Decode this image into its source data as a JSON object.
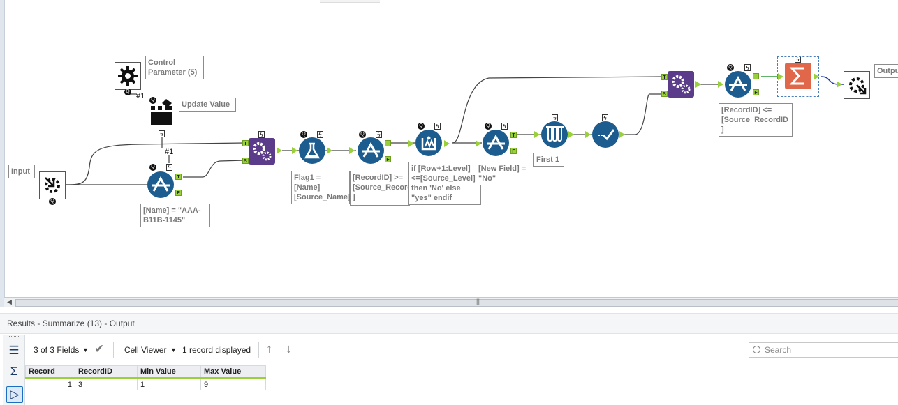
{
  "canvas": {
    "annotations": {
      "input": "Input",
      "control_parameter": "Control\nParameter (5)",
      "update_value": "Update Value",
      "filter_name": "[Name] = \"AAA-\nB11B-1145\"",
      "formula_flag": "Flag1 = [Name]\n[Source_Name]",
      "filter_recordid": "[RecordID] >=\n[Source_RecordI\n]",
      "multirow": "if [Row+1:Level]\n<=[Source_Level]\nthen 'No' else\n\"yes\" endif",
      "filter_newfield": "[New Field] =\n\"No\"",
      "sample_first": "First 1",
      "filter_recordid2": "[RecordID] <=\n[Source_RecordID\n]",
      "output": "Output"
    },
    "control_labels": {
      "hash1_top": "#1",
      "hash1_mid": "#1"
    },
    "port_labels": {
      "true": "T",
      "false": "F",
      "source": "S"
    }
  },
  "results": {
    "title": "Results - Summarize (13) - Output",
    "fields_label": "3 of 3 Fields",
    "cell_viewer_label": "Cell Viewer",
    "records_label": "1 record displayed",
    "search_placeholder": "Search",
    "d_button_label": "D",
    "columns": [
      "Record",
      "RecordID",
      "Min Value",
      "Max Value"
    ],
    "rows": [
      [
        "1",
        "3",
        "1",
        "9"
      ]
    ]
  },
  "colors": {
    "tool_blue": "#1d5c8f",
    "macro_purple": "#5b3c8a",
    "summarize_orange": "#e0674a",
    "anchor_green": "#9ad13a"
  }
}
